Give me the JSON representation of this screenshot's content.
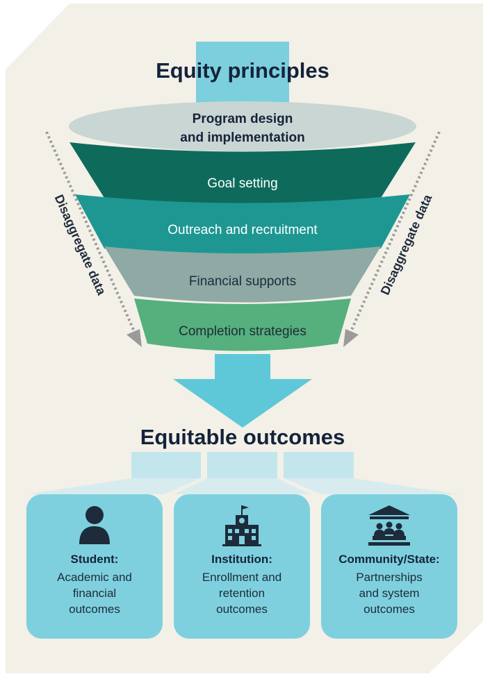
{
  "header": {
    "title": "Equity principles"
  },
  "funnel": {
    "top_label_line1": "Program design",
    "top_label_line2": "and implementation",
    "layers": [
      {
        "label": "Goal setting",
        "color": "#0e6b5c"
      },
      {
        "label": "Outreach and recruitment",
        "color": "#1e9793"
      },
      {
        "label": "Financial supports",
        "color": "#8fa9a5"
      },
      {
        "label": "Completion strategies",
        "color": "#55b07d"
      }
    ],
    "side_label_left": "Disaggregate data",
    "side_label_right": "Disaggregate data"
  },
  "outcomes": {
    "title": "Equitable outcomes",
    "cards": [
      {
        "icon": "person-icon",
        "title": "Student:",
        "lines": [
          "Academic and",
          "financial",
          "outcomes"
        ]
      },
      {
        "icon": "school-building-icon",
        "title": "Institution:",
        "lines": [
          "Enrollment and",
          "retention",
          "outcomes"
        ]
      },
      {
        "icon": "community-government-icon",
        "title": "Community/State:",
        "lines": [
          "Partnerships",
          "and system",
          "outcomes"
        ]
      }
    ]
  },
  "colors": {
    "background": "#f3f0e8",
    "top_ellipse": "#c9d6d3",
    "stem": "#7ccfdd",
    "arrow": "#5ec8d8",
    "heading": "#14233a",
    "card": "#7fd0de",
    "icon": "#1d2b3a"
  }
}
